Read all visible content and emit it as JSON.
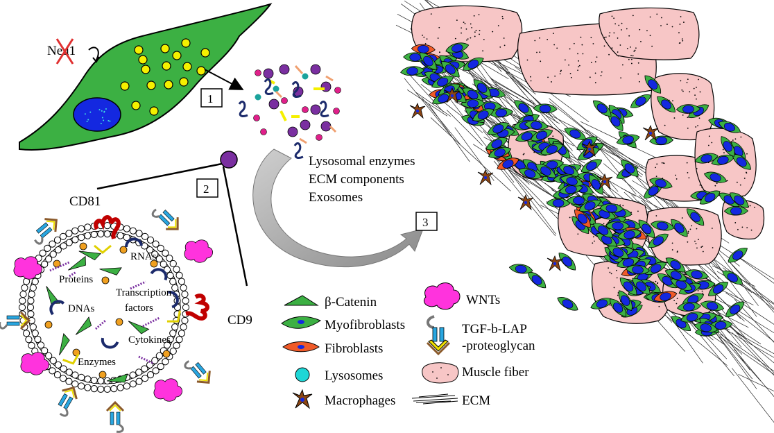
{
  "top_cell": {
    "gene_label": "Neu1"
  },
  "steps": [
    "1",
    "2",
    "3"
  ],
  "secreted_list": [
    "Lysosomal enzymes",
    "ECM components",
    "Exosomes"
  ],
  "exosome": {
    "marker_top": "CD81",
    "marker_right": "CD9",
    "cargo": [
      "RNAs",
      "Proteins",
      "Transcription",
      "factors",
      "DNAs",
      "Cytokines",
      "Enzymes"
    ]
  },
  "legend": [
    {
      "key": "beta_catenin",
      "label": "β-Catenin"
    },
    {
      "key": "myofibroblasts",
      "label": "Myofibroblasts"
    },
    {
      "key": "fibroblasts",
      "label": "Fibroblasts"
    },
    {
      "key": "lysosomes",
      "label": "Lysosomes"
    },
    {
      "key": "macrophages",
      "label": "Macrophages"
    },
    {
      "key": "wnts",
      "label": "WNTs"
    },
    {
      "key": "tgf_line1",
      "label": "TGF-b-LAP"
    },
    {
      "key": "tgf_line2",
      "label": "-proteoglycan"
    },
    {
      "key": "muscle_fiber",
      "label": "Muscle fiber"
    },
    {
      "key": "ecm",
      "label": "ECM"
    }
  ],
  "colors": {
    "cell_green": "#3cb043",
    "nucleus_blue": "#1428e0",
    "lysosome_yellow": "#f5f000",
    "muscle_pink": "#f7c6c6",
    "fibroblast_orange": "#f05a28",
    "macrophage_brown": "#8b4513",
    "wnt_magenta": "#ff33dd",
    "cd81_red": "#c00000",
    "lysosome_cyan": "#1ed6d6",
    "cross_red": "#e03030"
  }
}
